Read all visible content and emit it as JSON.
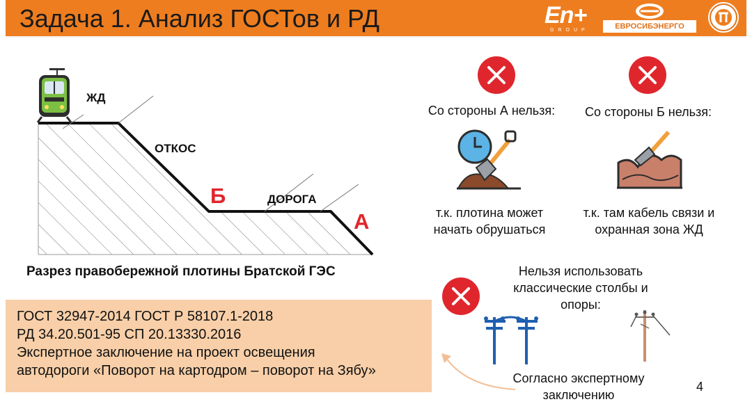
{
  "header": {
    "title": "Задача 1. Анализ ГОСТов и РД",
    "logo_enplus_main": "En+",
    "logo_enplus_sub": "GROUP",
    "logo_eses": "ЕВРОСИБЭНЕРГО"
  },
  "diagram": {
    "label_rail": "ЖД",
    "label_slope": "ОТКОС",
    "label_road": "ДОРОГА",
    "label_b": "Б",
    "label_a": "А",
    "caption": "Разрез правобережной плотины Братской ГЭС"
  },
  "side_a": {
    "heading": "Со стороны А нельзя:",
    "reason_line1": "т.к. плотина может",
    "reason_line2": "начать обрушаться"
  },
  "side_b": {
    "heading": "Со стороны Б нельзя:",
    "reason_line1": "т.к. там кабель связи и",
    "reason_line2": "охранная зона ЖД"
  },
  "poles": {
    "line1": "Нельзя использовать",
    "line2": "классические столбы и",
    "line3": "опоры:",
    "note_line1": "Согласно экспертному",
    "note_line2": "заключению"
  },
  "gost": {
    "line1": "ГОСТ 32947-2014    ГОСТ Р 58107.1-2018",
    "line2": "РД 34.20.501-95   СП 20.13330.2016",
    "line3": "Экспертное заключение на проект освещения",
    "line4": "автодороги «Поворот на картодром – поворот на Зябу»"
  },
  "page_number": "4",
  "colors": {
    "accent": "#ee7d1f",
    "danger": "#e0262d",
    "box": "#f8cfa8",
    "pole": "#1f5fb0"
  }
}
